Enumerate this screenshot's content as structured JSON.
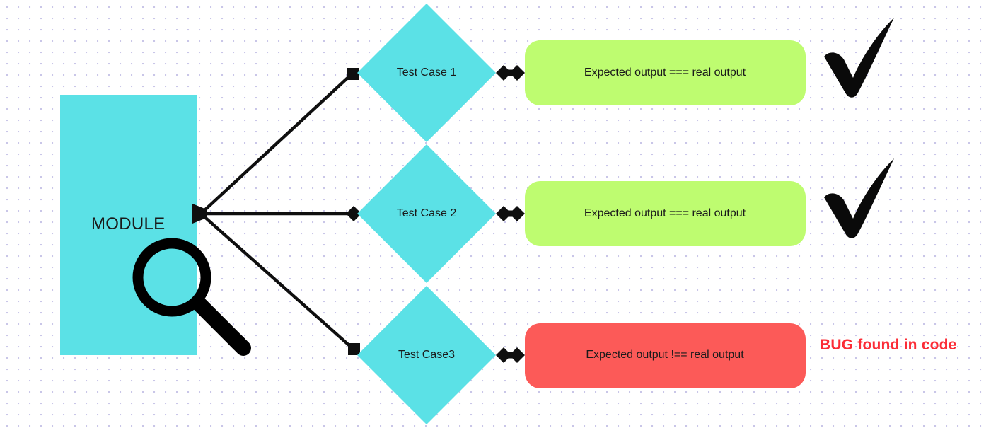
{
  "colors": {
    "module_fill": "#5BE1E6",
    "diamond_fill": "#5BE1E6",
    "pass_fill": "#BEFC70",
    "fail_fill": "#FC5A58",
    "connector": "#0f0f0f",
    "text": "#1a1a1a",
    "bug_text": "#fb2c36",
    "grid_dot": "#c9c6e8",
    "background": "#ffffff"
  },
  "module": {
    "label": "MODULE",
    "icon": "magnifying-glass-icon"
  },
  "flows": [
    {
      "id": "flow-1",
      "test_case": "Test Case 1",
      "outcome": "Expected output === real output",
      "status": "pass",
      "status_icon": "checkmark-icon",
      "status_text": ""
    },
    {
      "id": "flow-2",
      "test_case": "Test Case 2",
      "outcome": "Expected output === real output",
      "status": "pass",
      "status_icon": "checkmark-icon",
      "status_text": ""
    },
    {
      "id": "flow-3",
      "test_case": "Test Case3",
      "outcome": "Expected output !== real output",
      "status": "fail",
      "status_icon": "",
      "status_text": "BUG found in code"
    }
  ]
}
